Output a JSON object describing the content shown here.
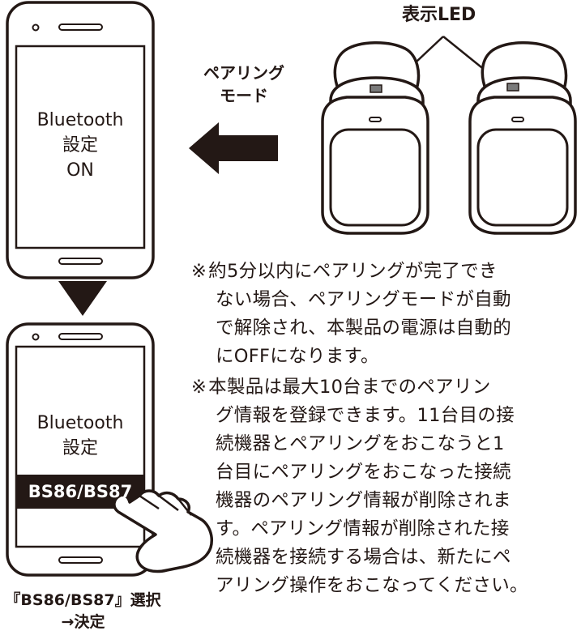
{
  "led_label": "表示LED",
  "pairing_label": [
    "ペアリング",
    "モード"
  ],
  "phone_top": {
    "lines": [
      "Bluetooth",
      "設定",
      "ON"
    ]
  },
  "phone_bottom": {
    "lines": [
      "Bluetooth",
      "設定"
    ],
    "device_name": "BS86/BS87"
  },
  "select_label": [
    "『BS86/BS87』選択",
    "→決定"
  ],
  "notes": [
    {
      "mark": "※",
      "lines": [
        "約5分以内にペアリングが完了でき",
        "ない場合、ペアリングモードが自動",
        "で解除され、本製品の電源は自動的",
        "にOFFになります。"
      ]
    },
    {
      "mark": "※",
      "lines": [
        "本製品は最大10台までのペアリン",
        "グ情報を登録できます。11台目の接",
        "続機器とペアリングをおこなうと1",
        "台目にペアリングをおこなった接続",
        "機器のペアリング情報が削除されま",
        "す。ペアリング情報が削除された接",
        "続機器を接続する場合は、新たにペ",
        "アリング操作をおこなってください。"
      ]
    }
  ]
}
